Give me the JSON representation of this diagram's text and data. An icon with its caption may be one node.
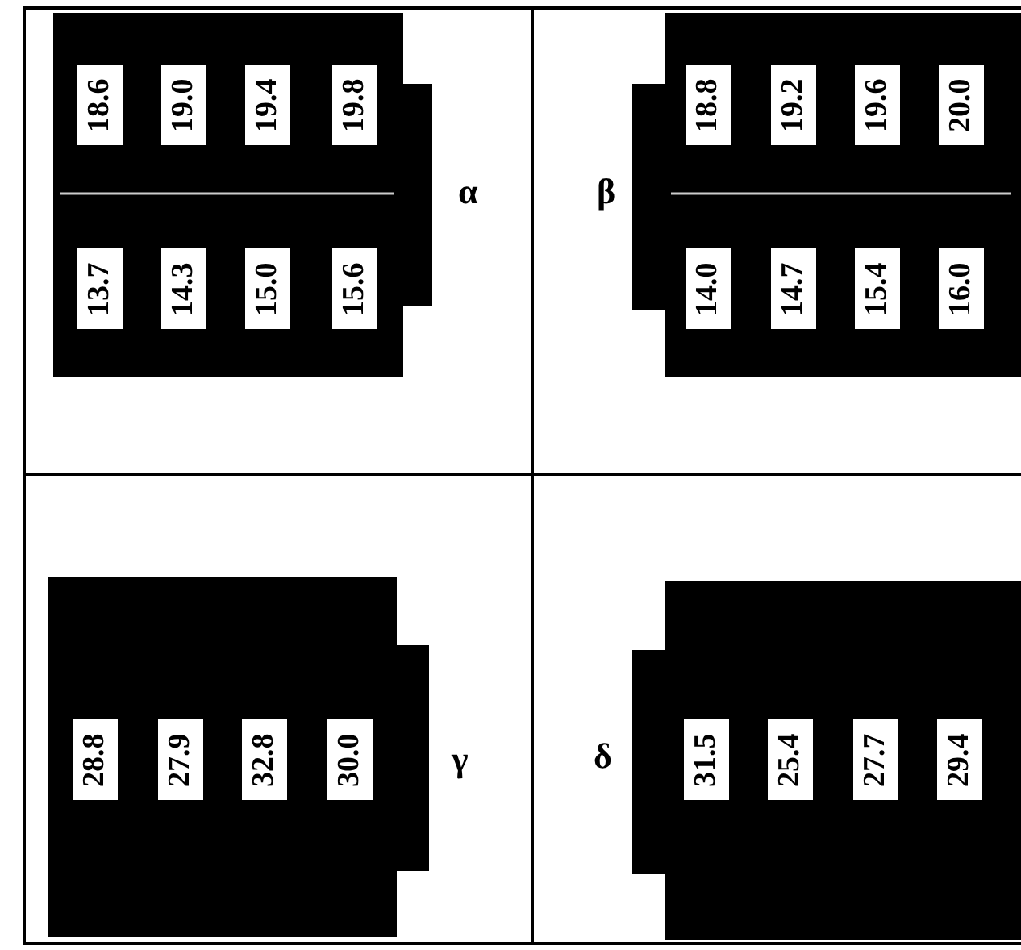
{
  "diagram": {
    "nodes": [
      {
        "text": [
          "18.6",
          "19.0",
          "19.4",
          "19.8",
          "13.7",
          "14.3",
          "15.0",
          "15.6"
        ],
        "beside": [
          "α"
        ]
      },
      {
        "text": [
          "18.8",
          "19.2",
          "19.6",
          "20.0",
          "14.0",
          "14.7",
          "15.4",
          "16.0"
        ],
        "beside": [
          "β"
        ]
      },
      {
        "text": [
          "28.8",
          "27.9",
          "32.8",
          "30.0"
        ],
        "beside": [
          "γ"
        ]
      },
      {
        "text": [
          "31.5",
          "25.4",
          "27.7",
          "29.4"
        ],
        "beside": [
          "δ"
        ]
      }
    ]
  }
}
